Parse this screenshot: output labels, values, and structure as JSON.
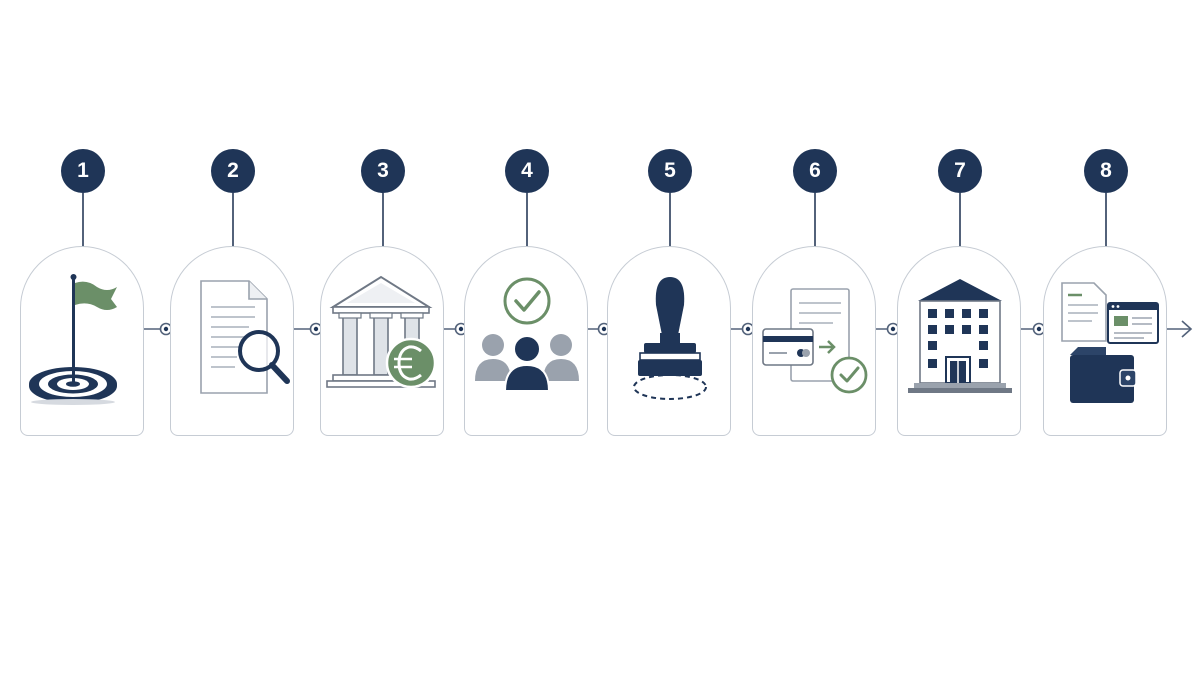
{
  "steps": [
    {
      "number": "1",
      "icon": "target-flag-icon"
    },
    {
      "number": "2",
      "icon": "document-search-icon"
    },
    {
      "number": "3",
      "icon": "bank-euro-icon"
    },
    {
      "number": "4",
      "icon": "group-approval-icon"
    },
    {
      "number": "5",
      "icon": "stamp-icon"
    },
    {
      "number": "6",
      "icon": "card-payment-approval-icon"
    },
    {
      "number": "7",
      "icon": "office-building-icon"
    },
    {
      "number": "8",
      "icon": "documents-wallet-icon"
    }
  ],
  "colors": {
    "navy": "#1f3557",
    "green": "#5f8a5a",
    "gray": "#9aa2ad",
    "border": "#c6ccd4",
    "line": "#53627a"
  }
}
